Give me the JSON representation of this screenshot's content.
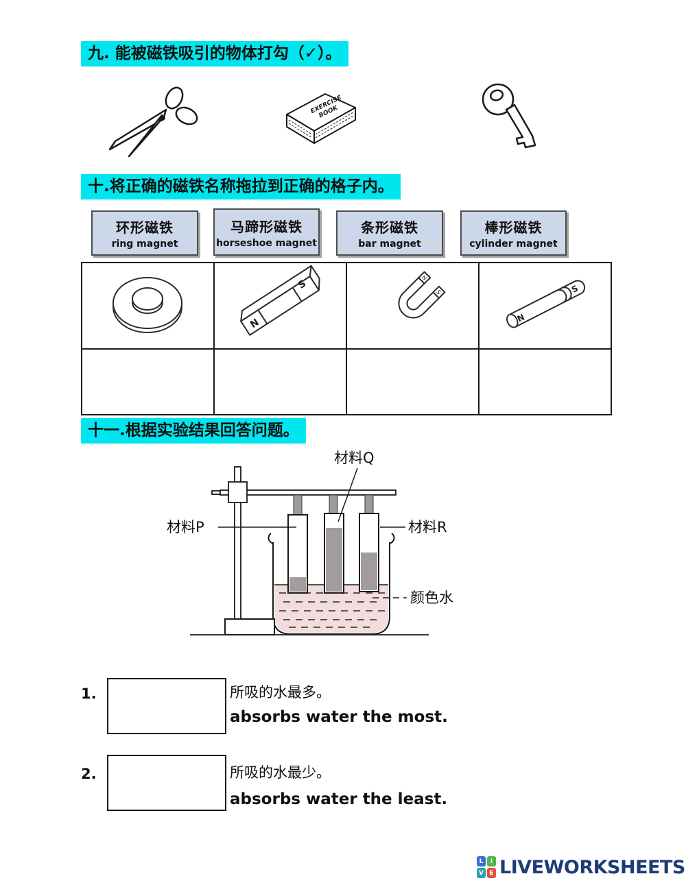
{
  "colors": {
    "highlight_cyan": "#00e6ee",
    "label_box_fill": "#ccd7e9",
    "strip_gray": "#a39c9c",
    "water_pink": "#f2dcdc",
    "logo_navy": "#1d3c77",
    "logo_tile_colors": [
      "#3a6fd3",
      "#55b44b",
      "#2ba0b4",
      "#e1523f"
    ]
  },
  "section9": {
    "title": "九. 能被磁铁吸引的物体打勾（✓）。",
    "items": [
      {
        "name": "scissors"
      },
      {
        "name": "book",
        "cover_line1": "EXERCISE",
        "cover_line2": "BOOK"
      },
      {
        "name": "key"
      }
    ]
  },
  "section10": {
    "title": "十.将正确的磁铁名称拖拉到正确的格子内。",
    "labels": [
      {
        "zh": "环形磁铁",
        "en": "ring magnet"
      },
      {
        "zh": "马蹄形磁铁",
        "en": "horseshoe magnet"
      },
      {
        "zh": "条形磁铁",
        "en": "bar magnet"
      },
      {
        "zh": "棒形磁铁",
        "en": "cylinder magnet"
      }
    ],
    "magnets": [
      {
        "type": "ring"
      },
      {
        "type": "bar",
        "pole_n": "N",
        "pole_s": "S"
      },
      {
        "type": "horseshoe",
        "pole_n": "N",
        "pole_s": "S"
      },
      {
        "type": "cylinder",
        "pole_n": "N",
        "pole_s": "S"
      }
    ]
  },
  "section11": {
    "title": "十一.根据实验结果回答问题。",
    "diagram": {
      "label_p": "材料P",
      "label_q": "材料Q",
      "label_r": "材料R",
      "label_water": "颜色水"
    },
    "questions": [
      {
        "no": "1.",
        "zh": "所吸的水最多。",
        "en": "absorbs water the most."
      },
      {
        "no": "2.",
        "zh": "所吸的水最少。",
        "en": "absorbs water the least."
      }
    ]
  },
  "footer": {
    "logo_tiles": [
      "L",
      "I",
      "V",
      "E"
    ],
    "logo_text": "LIVEWORKSHEETS"
  }
}
